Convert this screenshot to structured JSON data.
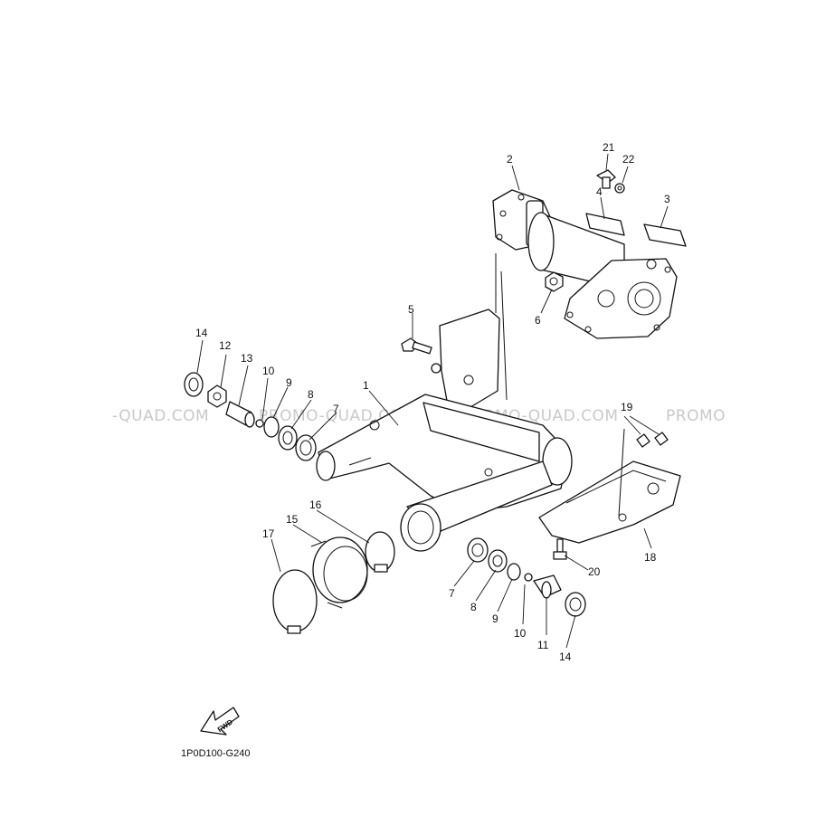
{
  "diagram": {
    "drawing_code": "1P0D100-G240",
    "fwd_label": "FWD",
    "watermarks": [
      "-QUAD.COM",
      "PROMO-QUAD.COM",
      "PROMO-QUAD.COM",
      "PROMO"
    ],
    "callouts": [
      "1",
      "2",
      "3",
      "4",
      "5",
      "6",
      "7",
      "8",
      "9",
      "10",
      "11",
      "12",
      "13",
      "14",
      "15",
      "16",
      "17",
      "18",
      "19",
      "20",
      "21",
      "22",
      "7",
      "8",
      "9",
      "10",
      "14"
    ]
  }
}
